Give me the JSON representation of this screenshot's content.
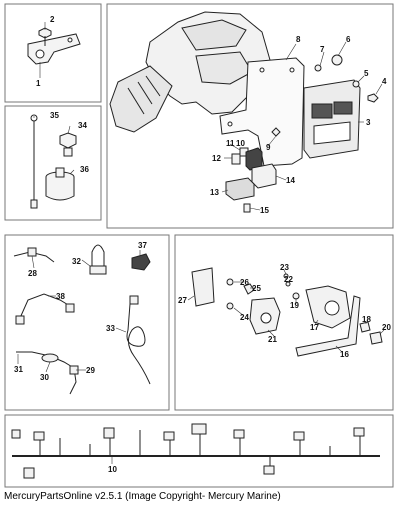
{
  "footer": {
    "caption": "MercuryPartsOnline v2.5.1 (Image Copyright- Mercury Marine)"
  },
  "diagram": {
    "panels": [
      {
        "name": "bracket-bolt-panel",
        "callouts": [
          "1",
          "2"
        ]
      },
      {
        "name": "sensor-lead-panel",
        "callouts": [
          "35",
          "34",
          "36"
        ]
      },
      {
        "name": "engine-ecm-panel",
        "callouts": [
          "8",
          "6",
          "7",
          "5",
          "4",
          "3",
          "9",
          "11",
          "12",
          "10",
          "14",
          "13",
          "15"
        ]
      },
      {
        "name": "harness-parts-panel",
        "callouts": [
          "37",
          "32",
          "28",
          "38",
          "33",
          "31",
          "30",
          "29"
        ]
      },
      {
        "name": "bracket-assembly-panel",
        "callouts": [
          "23",
          "22",
          "26",
          "25",
          "19",
          "27",
          "24",
          "17",
          "21",
          "18",
          "20",
          "16"
        ]
      },
      {
        "name": "main-harness-panel",
        "callouts": [
          "10"
        ]
      }
    ]
  }
}
